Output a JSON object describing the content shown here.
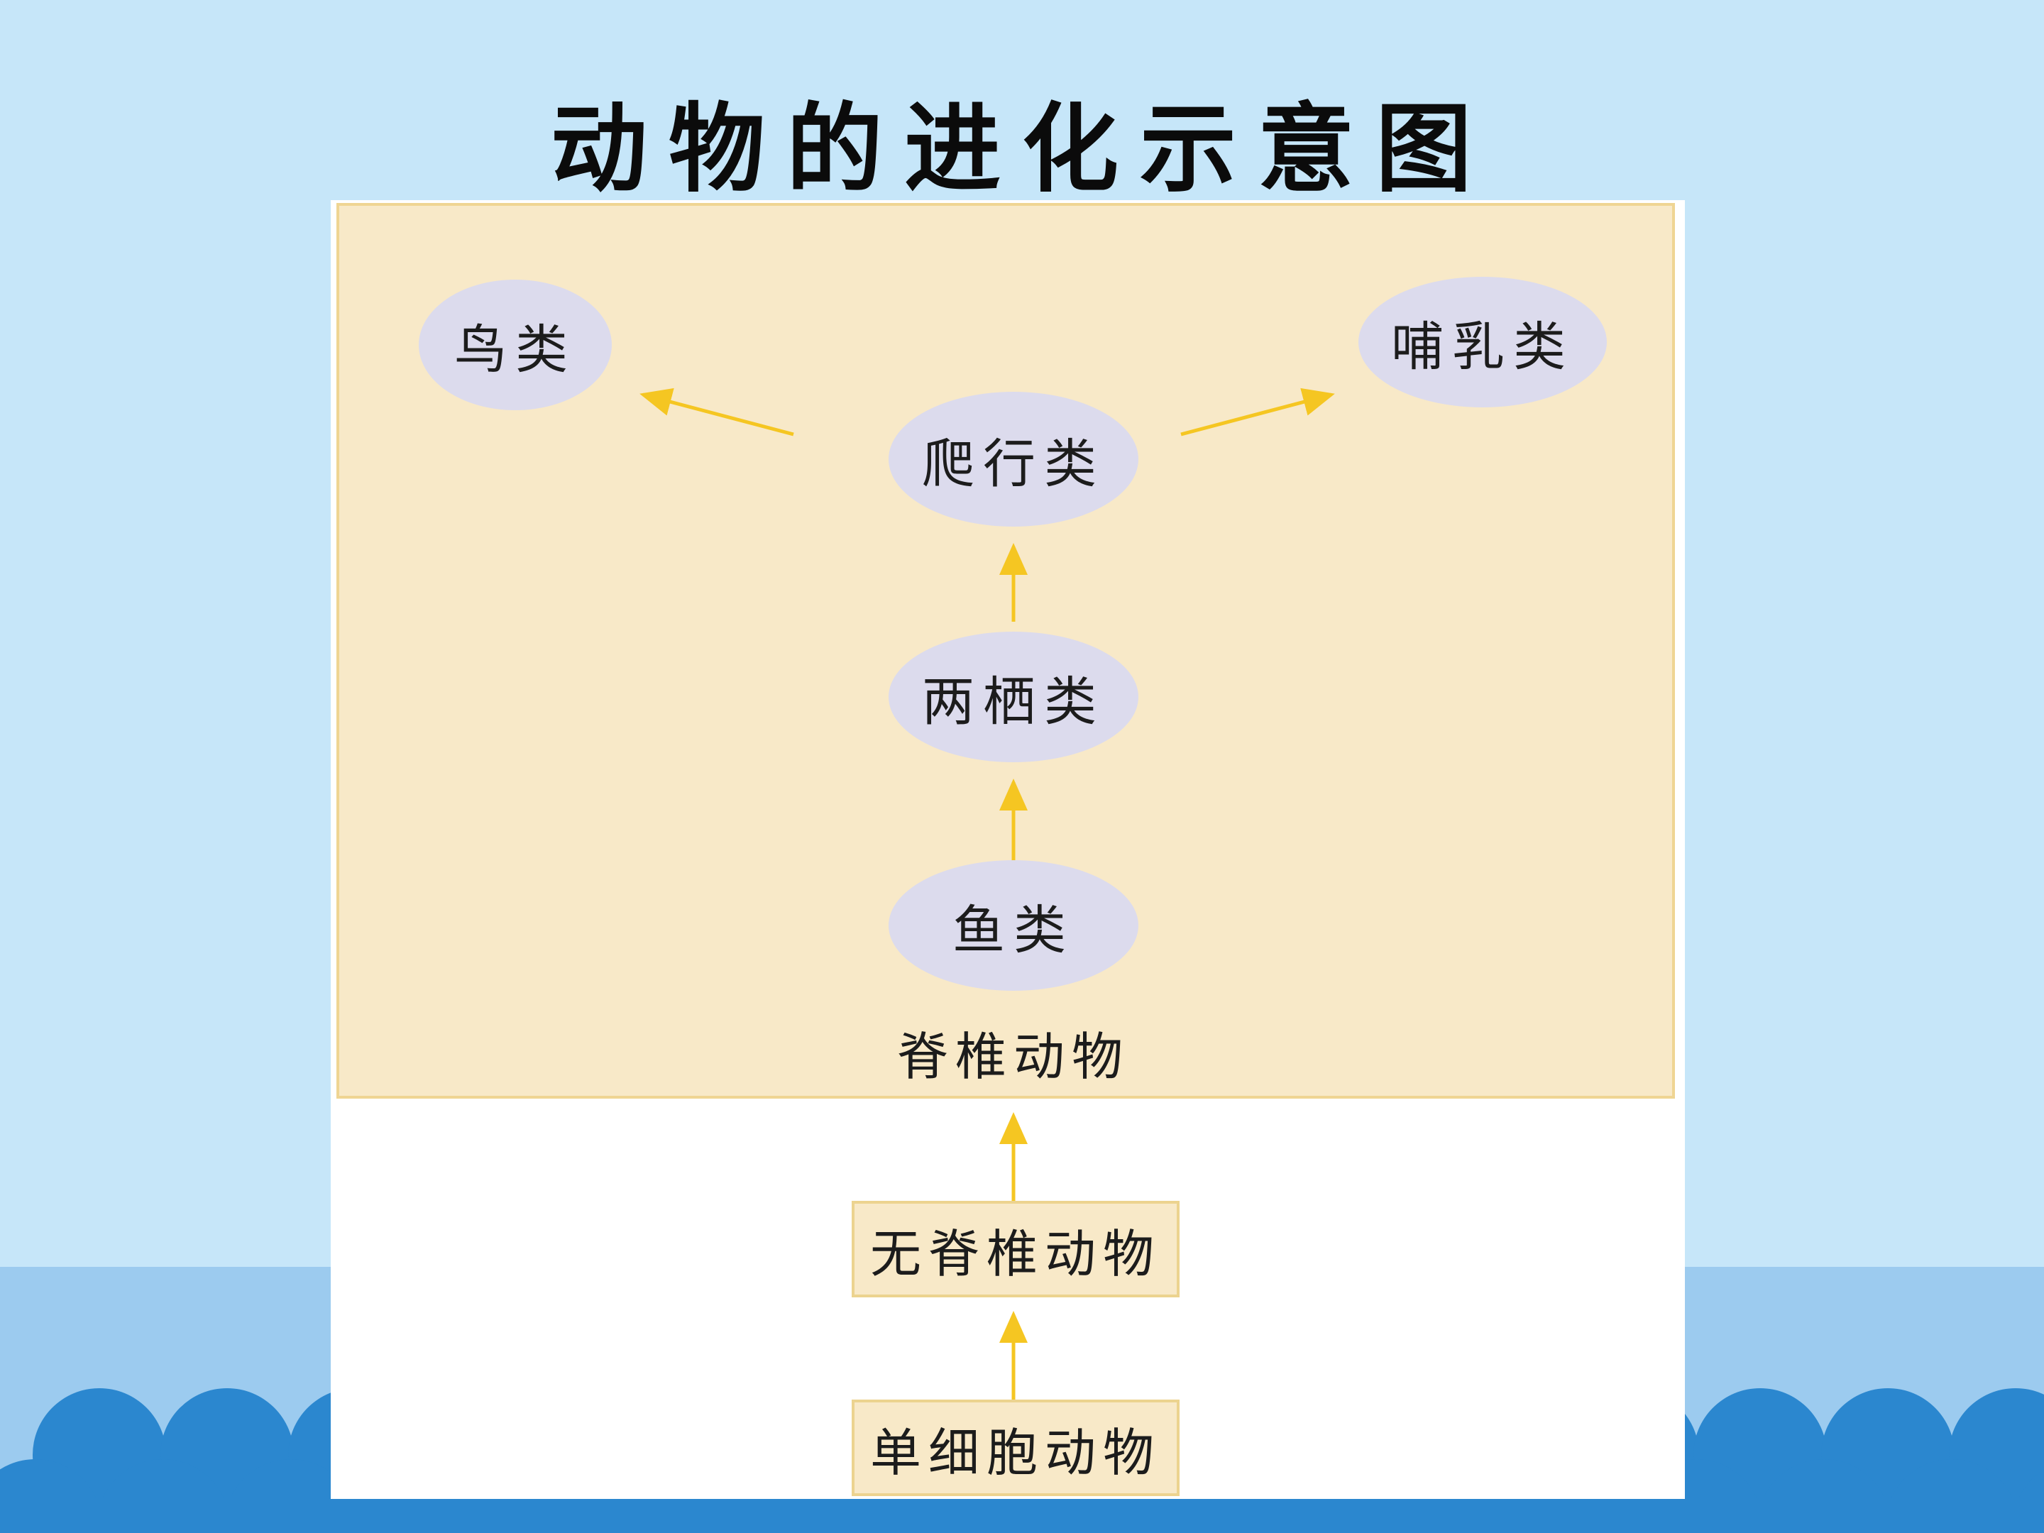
{
  "title": "动物的进化示意图",
  "colors": {
    "sky": "#c6e6f9",
    "wave_dark": "#2b87cf",
    "wave_light": "#9ccbef",
    "panel_fill": "#f8e9c8",
    "panel_border": "#efd593",
    "node_fill": "#dcdbed",
    "arrow": "#f5c622"
  },
  "diagram": {
    "nodes": {
      "birds": "鸟类",
      "mammals": "哺乳类",
      "reptiles": "爬行类",
      "amphibians": "两栖类",
      "fish": "鱼类",
      "invertebrates": "无脊椎动物",
      "single_cell": "单细胞动物"
    },
    "group_label": "脊椎动物"
  }
}
